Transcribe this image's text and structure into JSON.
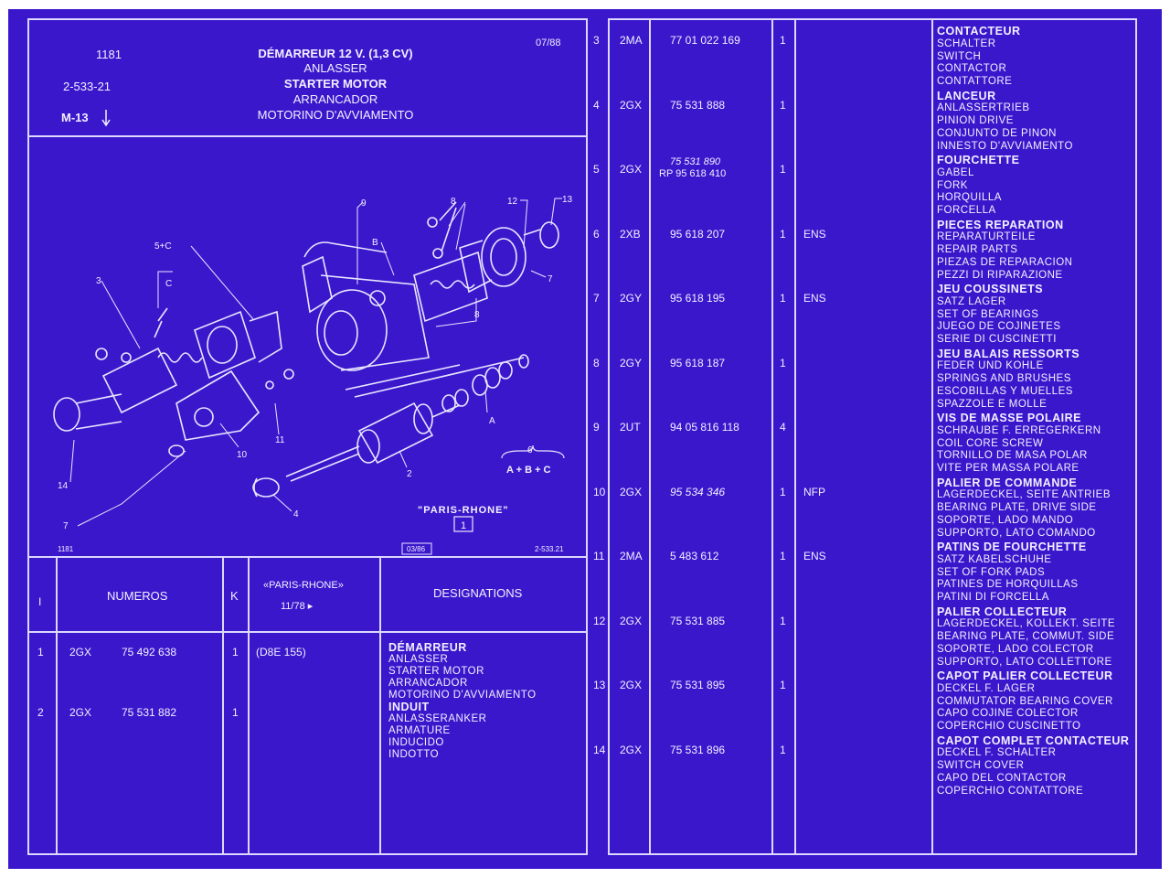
{
  "header": {
    "code": "1181",
    "ref": "2-533-21",
    "mark": "M-13",
    "date": "07/88",
    "title_lines": [
      "DÉMARREUR 12 V. (1,3 CV)",
      "ANLASSER",
      "STARTER MOTOR",
      "ARRANCADOR",
      "MOTORINO D'AVVIAMENTO"
    ]
  },
  "diagram": {
    "brand": "\"PARIS-RHONE\"",
    "box_number": "1",
    "corner_left": "1181",
    "corner_date": "03/86",
    "corner_ref": "2-533.21",
    "group_number": "6",
    "group_formula": "A + B + C",
    "callouts": [
      "5+C",
      "3",
      "C",
      "9",
      "B",
      "8",
      "12",
      "13",
      "7",
      "8",
      "11",
      "10",
      "14",
      "7",
      "4",
      "2",
      "A"
    ]
  },
  "table_header": {
    "col_index": "I",
    "col_numbers": "NUMEROS",
    "col_k": "K",
    "col_brand": "«PARIS-RHONE»",
    "col_brand_date": "11/78 ▸",
    "col_designations": "DESIGNATIONS"
  },
  "rows_left": [
    {
      "n": "1",
      "code": "2GX",
      "part": "75 492 638",
      "k": "1",
      "note": "(D8E 155)",
      "title": "DÉMARREUR",
      "lines": [
        "ANLASSER",
        "STARTER MOTOR",
        "ARRANCADOR",
        "MOTORINO D'AVVIAMENTO"
      ]
    },
    {
      "n": "2",
      "code": "2GX",
      "part": "75 531 882",
      "k": "1",
      "note": "",
      "title": "INDUIT",
      "lines": [
        "ANLASSERANKER",
        "ARMATURE",
        "INDUCIDO",
        "INDOTTO"
      ]
    }
  ],
  "rows_right": [
    {
      "n": "3",
      "code": "2MA",
      "part": "77 01 022 169",
      "part2": "",
      "k": "1",
      "note": "",
      "title": "CONTACTEUR",
      "lines": [
        "SCHALTER",
        "SWITCH",
        "CONTACTOR",
        "CONTATTORE"
      ]
    },
    {
      "n": "4",
      "code": "2GX",
      "part": "75 531 888",
      "part2": "",
      "k": "1",
      "note": "",
      "title": "LANCEUR",
      "lines": [
        "ANLASSERTRIEB",
        "PINION DRIVE",
        "CONJUNTO DE PINON",
        "INNESTO D'AVVIAMENTO"
      ]
    },
    {
      "n": "5",
      "code": "2GX",
      "part": "75 531 890",
      "part2": "RP 95 618 410",
      "k": "1",
      "note": "",
      "title": "FOURCHETTE",
      "lines": [
        "GABEL",
        "FORK",
        "HORQUILLA",
        "FORCELLA"
      ]
    },
    {
      "n": "6",
      "code": "2XB",
      "part": "95 618 207",
      "part2": "",
      "k": "1",
      "note": "ENS",
      "title": "PIECES REPARATION",
      "lines": [
        "REPARATURTEILE",
        "REPAIR PARTS",
        "PIEZAS DE REPARACION",
        "PEZZI DI RIPARAZIONE"
      ]
    },
    {
      "n": "7",
      "code": "2GY",
      "part": "95 618 195",
      "part2": "",
      "k": "1",
      "note": "ENS",
      "title": "JEU COUSSINETS",
      "lines": [
        "SATZ LAGER",
        "SET OF BEARINGS",
        "JUEGO DE COJINETES",
        "SERIE DI CUSCINETTI"
      ]
    },
    {
      "n": "8",
      "code": "2GY",
      "part": "95 618 187",
      "part2": "",
      "k": "1",
      "note": "",
      "title": "JEU BALAIS RESSORTS",
      "lines": [
        "FEDER UND KOHLE",
        "SPRINGS AND BRUSHES",
        "ESCOBILLAS Y MUELLES",
        "SPAZZOLE E MOLLE"
      ]
    },
    {
      "n": "9",
      "code": "2UT",
      "part": "94 05 816 118",
      "part2": "",
      "k": "4",
      "note": "",
      "title": "VIS DE MASSE POLAIRE",
      "lines": [
        "SCHRAUBE F. ERREGERKERN",
        "COIL CORE SCREW",
        "TORNILLO DE MASA POLAR",
        "VITE PER MASSA POLARE"
      ]
    },
    {
      "n": "10",
      "code": "2GX",
      "part": "95 534 346",
      "part2": "",
      "k": "1",
      "note": "NFP",
      "title": "PALIER DE COMMANDE",
      "lines": [
        "LAGERDECKEL, SEITE ANTRIEB",
        "BEARING PLATE, DRIVE SIDE",
        "SOPORTE, LADO MANDO",
        "SUPPORTO, LATO COMANDO"
      ]
    },
    {
      "n": "11",
      "code": "2MA",
      "part": "5 483 612",
      "part2": "",
      "k": "1",
      "note": "ENS",
      "title": "PATINS DE FOURCHETTE",
      "lines": [
        "SATZ KABELSCHUHE",
        "SET OF FORK PADS",
        "PATINES DE HORQUILLAS",
        "PATINI DI FORCELLA"
      ]
    },
    {
      "n": "12",
      "code": "2GX",
      "part": "75 531 885",
      "part2": "",
      "k": "1",
      "note": "",
      "title": "PALIER COLLECTEUR",
      "lines": [
        "LAGERDECKEL, KOLLEKT. SEITE",
        "BEARING PLATE, COMMUT. SIDE",
        "SOPORTE, LADO COLECTOR",
        "SUPPORTO, LATO COLLETTORE"
      ]
    },
    {
      "n": "13",
      "code": "2GX",
      "part": "75 531 895",
      "part2": "",
      "k": "1",
      "note": "",
      "title": "CAPOT PALIER COLLECTEUR",
      "lines": [
        "DECKEL F. LAGER",
        "COMMUTATOR BEARING COVER",
        "CAPO COJINE COLECTOR",
        "COPERCHIO CUSCINETTO"
      ]
    },
    {
      "n": "14",
      "code": "2GX",
      "part": "75 531 896",
      "part2": "",
      "k": "1",
      "note": "",
      "title": "CAPOT COMPLET CONTACTEUR",
      "lines": [
        "DECKEL F. SCHALTER",
        "SWITCH COVER",
        "CAPO DEL CONTACTOR",
        "COPERCHIO CONTATTORE"
      ]
    }
  ]
}
